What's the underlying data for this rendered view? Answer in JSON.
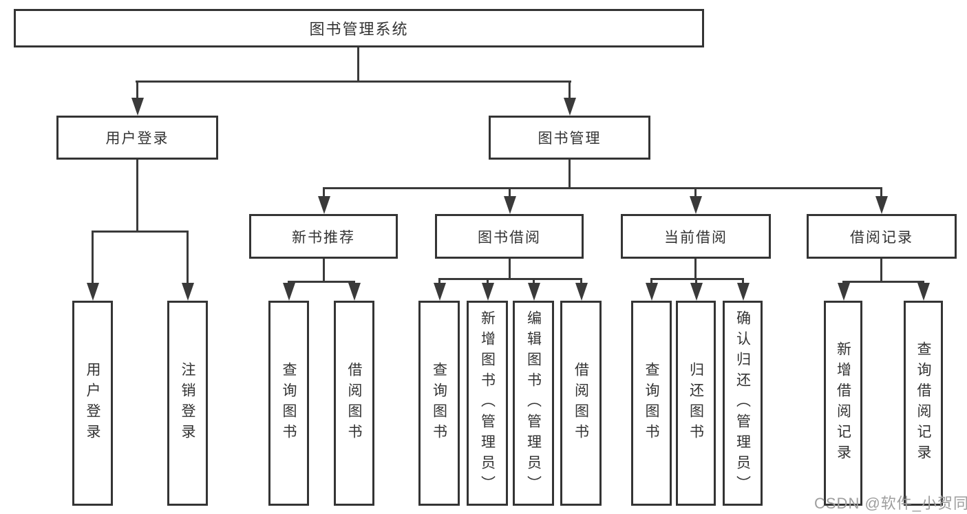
{
  "tree": {
    "root": {
      "label": "图书管理系统"
    },
    "level2": [
      {
        "label": "用户登录"
      },
      {
        "label": "图书管理"
      }
    ],
    "level3": [
      {
        "label": "新书推荐"
      },
      {
        "label": "图书借阅"
      },
      {
        "label": "当前借阅"
      },
      {
        "label": "借阅记录"
      }
    ],
    "leaves": {
      "user_login": [
        {
          "label": "用户登录"
        },
        {
          "label": "注销登录"
        }
      ],
      "new_book_recommend": [
        {
          "label": "查询图书"
        },
        {
          "label": "借阅图书"
        }
      ],
      "book_borrow": [
        {
          "label": "查询图书"
        },
        {
          "label": "新增图书（管理员）"
        },
        {
          "label": "编辑图书（管理员）"
        },
        {
          "label": "借阅图书"
        }
      ],
      "current_borrow": [
        {
          "label": "查询图书"
        },
        {
          "label": "归还图书"
        },
        {
          "label": "确认归还（管理员）"
        }
      ],
      "borrow_records": [
        {
          "label": "新增借阅记录"
        },
        {
          "label": "查询借阅记录"
        }
      ]
    }
  },
  "watermark": {
    "text": "CSDN @软件_小贺同学"
  },
  "colors": {
    "line": "#3a3a3a",
    "box_border": "#343434",
    "text": "#333333",
    "watermark": "#9e9e9e",
    "background": "#ffffff"
  }
}
